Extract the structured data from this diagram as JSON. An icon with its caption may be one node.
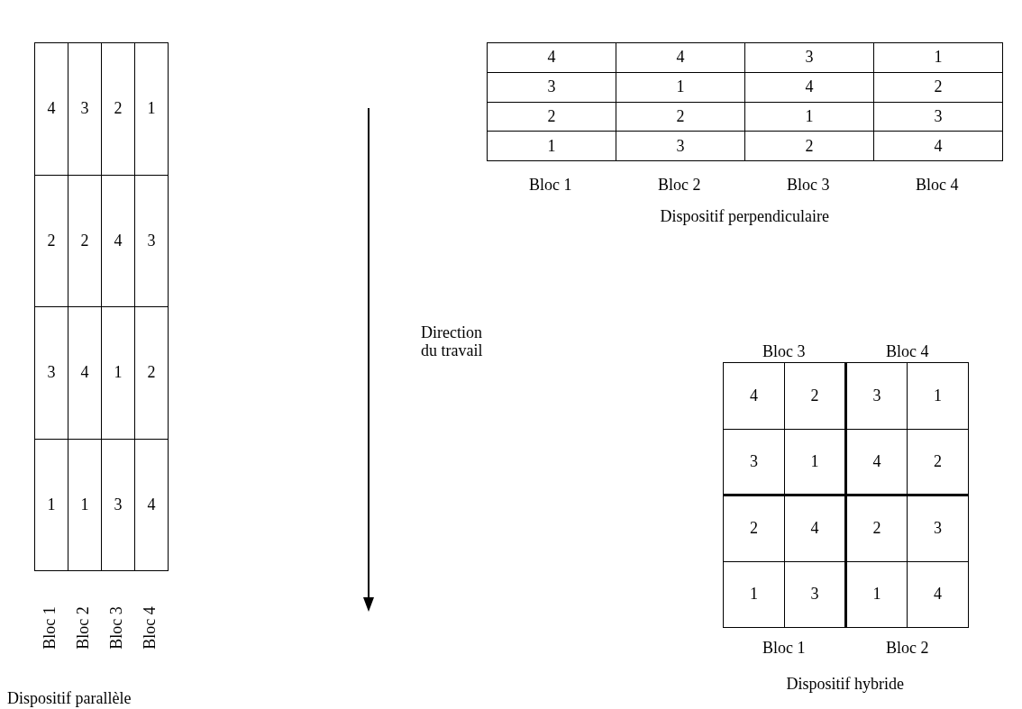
{
  "diagram": {
    "labels": [
      "4",
      "3",
      "2",
      "1",
      "2",
      "2",
      "4",
      "3",
      "3",
      "4",
      "1",
      "2",
      "1",
      "1",
      "3",
      "4",
      "Bloc 1",
      "Bloc 2",
      "Bloc 3",
      "Bloc 4",
      "Dispositif parallèle",
      "4",
      "4",
      "3",
      "1",
      "3",
      "1",
      "4",
      "2",
      "2",
      "2",
      "1",
      "3",
      "1",
      "3",
      "2",
      "4",
      "Bloc 1",
      "Bloc 2",
      "Bloc 3",
      "Bloc 4",
      "Dispositif perpendiculaire",
      "Direction du travail",
      "Bloc 3",
      "Bloc 4",
      "4",
      "2",
      "3",
      "1",
      "3",
      "1",
      "4",
      "2",
      "2",
      "4",
      "2",
      "3",
      "1",
      "3",
      "1",
      "4",
      "Bloc 1",
      "Bloc 2",
      "Dispositif hybride"
    ]
  }
}
